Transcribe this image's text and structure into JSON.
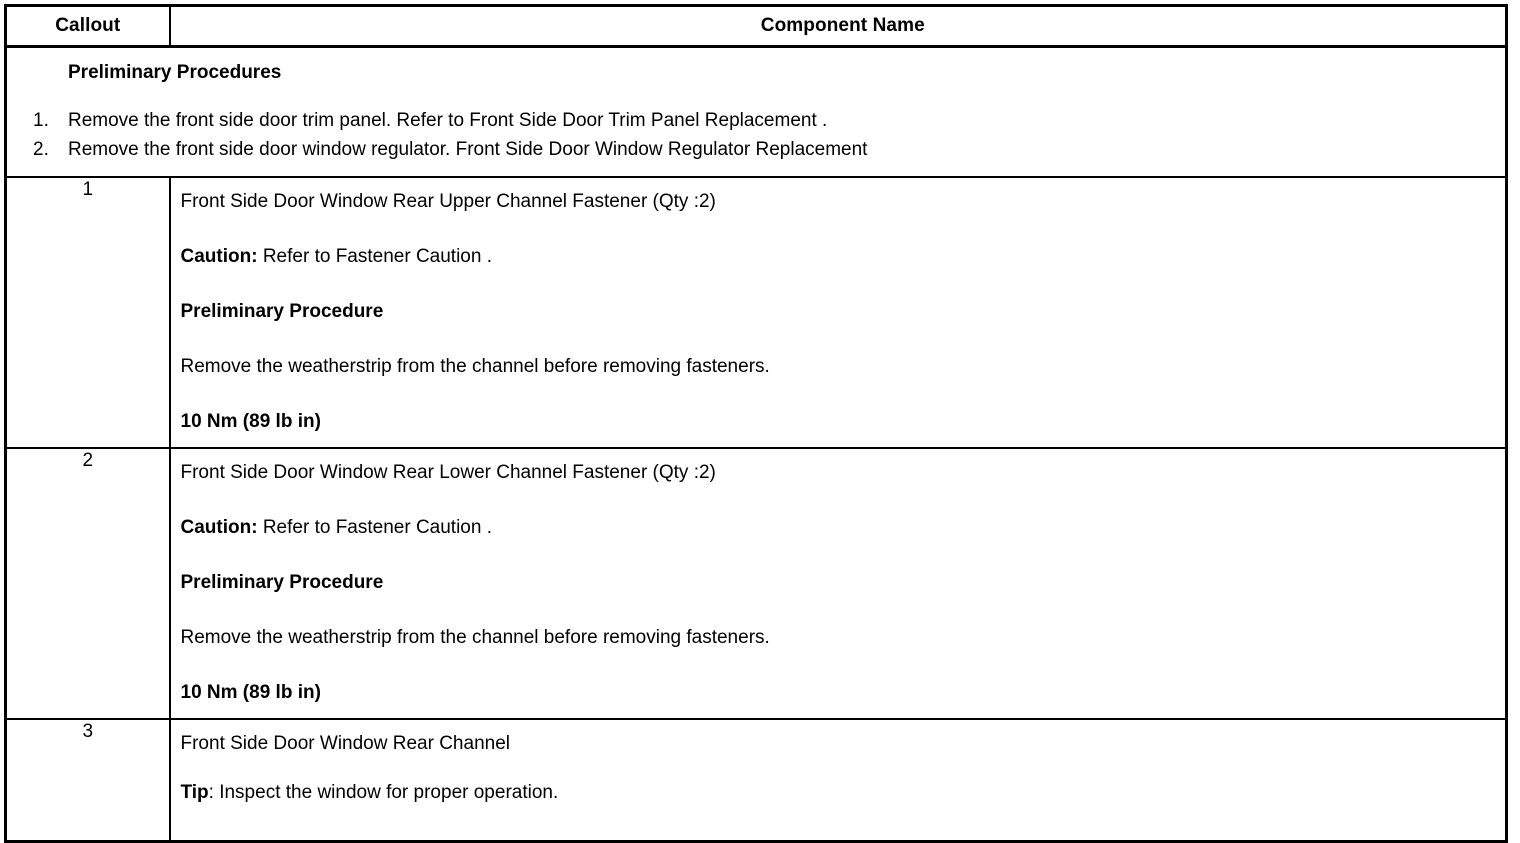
{
  "table": {
    "headers": {
      "callout": "Callout",
      "component": "Component Name"
    },
    "preliminary": {
      "title": "Preliminary Procedures",
      "steps": [
        {
          "num": "1.",
          "text": "Remove the front side door trim panel. Refer to Front Side Door Trim Panel Replacement ."
        },
        {
          "num": "2.",
          "text": "Remove the front side door window regulator. Front Side Door Window Regulator Replacement"
        }
      ]
    },
    "rows": [
      {
        "callout": "1",
        "name": "Front Side Door Window Rear Upper Channel Fastener (Qty :2)",
        "caution_label": "Caution:",
        "caution_text": " Refer to Fastener Caution .",
        "prelim_heading": "Preliminary Procedure",
        "prelim_text": "Remove the weatherstrip from the channel before removing fasteners.",
        "torque": "10 Nm (89 lb in)"
      },
      {
        "callout": "2",
        "name": "Front Side Door Window Rear Lower Channel Fastener (Qty :2)",
        "caution_label": "Caution:",
        "caution_text": " Refer to Fastener Caution .",
        "prelim_heading": "Preliminary Procedure",
        "prelim_text": "Remove the weatherstrip from the channel before removing fasteners.",
        "torque": "10 Nm (89 lb in)"
      },
      {
        "callout": "3",
        "name": "Front Side Door Window Rear Channel",
        "tip_label": "Tip",
        "tip_text": ": Inspect the window for proper operation."
      }
    ]
  }
}
